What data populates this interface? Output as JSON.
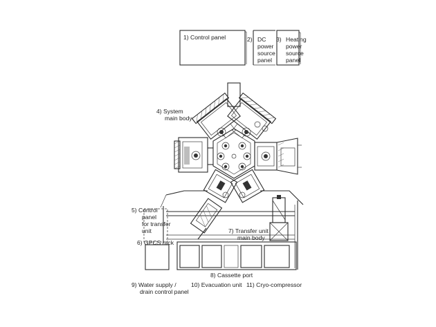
{
  "labels": {
    "control_panel": "1)  Control panel",
    "dc_power_num": "2)",
    "dc_power_l1": "DC",
    "dc_power_l2": "power",
    "dc_power_l3": "source",
    "dc_power_l4": "panel",
    "heating_power_num": "3)",
    "heating_power_l1": "Heating",
    "heating_power_l2": "power",
    "heating_power_l3": "source",
    "heating_power_l4": "panel",
    "system_main_body_l1": "4)   System",
    "system_main_body_l2": "main body",
    "transfer_control_l1": "5)   Control",
    "transfer_control_l2": "panel",
    "transfer_control_l3": "for transfer",
    "transfer_control_l4": "unit",
    "gpcs_rack": "6)   GPCS rack",
    "transfer_unit_l1": "7)   Transfer unit",
    "transfer_unit_l2": "main body",
    "cassette_port": "8)   Cassette port",
    "water_supply_l1": "9)   Water supply /",
    "water_supply_l2": "drain control panel",
    "evacuation_unit": "10) Evacuation unit",
    "cryo_compressor": "11) Cryo-compressor"
  }
}
